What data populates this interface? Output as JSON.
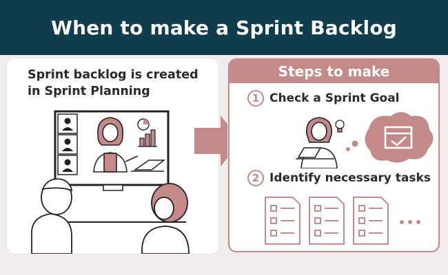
{
  "header": {
    "title": "When to make a Sprint Backlog"
  },
  "left_panel": {
    "title_line1": "Sprint backlog is created",
    "title_line2": "in Sprint Planning"
  },
  "right_panel": {
    "heading": "Steps to make",
    "steps": [
      {
        "number": "1",
        "label": "Check a Sprint Goal"
      },
      {
        "number": "2",
        "label": "Identify necessary tasks"
      }
    ]
  },
  "colors": {
    "header_bg": "#0f3d4e",
    "accent": "#c48a8a",
    "background": "#f2eded"
  }
}
